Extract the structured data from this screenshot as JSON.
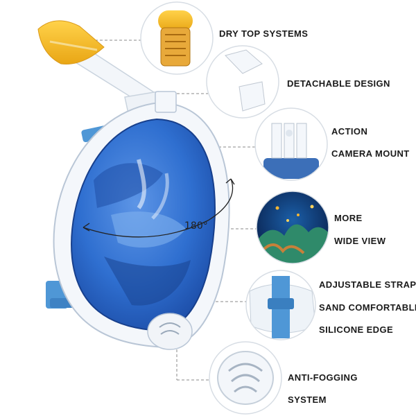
{
  "product": {
    "angle_label": "180°"
  },
  "features": [
    {
      "id": "dry-top",
      "lines": [
        "DRY TOP SYSTEMS"
      ]
    },
    {
      "id": "detachable",
      "lines": [
        "DETACHABLE DESIGN"
      ]
    },
    {
      "id": "camera-mount",
      "lines": [
        "ACTION",
        "CAMERA MOUNT"
      ]
    },
    {
      "id": "wide-view",
      "lines": [
        "MORE",
        "WIDE VIEW"
      ]
    },
    {
      "id": "strap",
      "lines": [
        "ADJUSTABLE STRAP",
        "SAND COMFORTABLE",
        "SILICONE EDGE"
      ]
    },
    {
      "id": "anti-fog",
      "lines": [
        "ANTI-FOGGING",
        "SYSTEM"
      ]
    }
  ],
  "colors": {
    "mask_blue": "#2f6fd0",
    "mask_dark_blue": "#1f4fa6",
    "frame_white": "#f4f7fb",
    "strap_blue": "#4f97d6",
    "snorkel_top_yellow": "#f3b92b",
    "reef_water": "#0d2f66"
  }
}
